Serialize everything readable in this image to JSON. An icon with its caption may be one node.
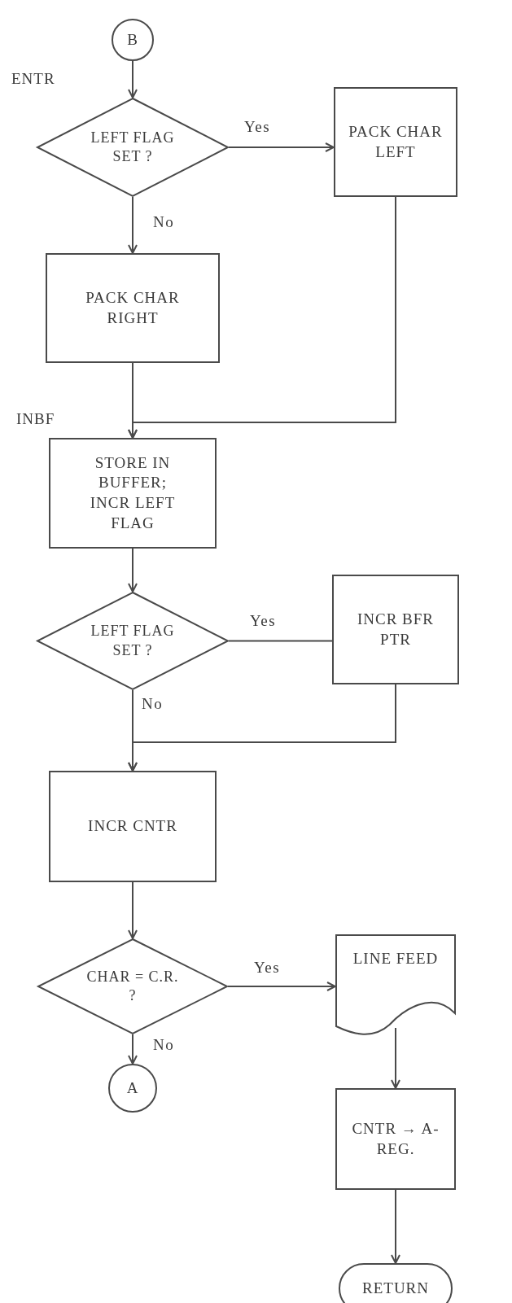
{
  "diagram": {
    "nodes": [
      {
        "text": [
          "B"
        ]
      },
      {
        "text": [
          "LEFT FLAG SET ?"
        ]
      },
      {
        "text": [
          "PACK CHAR LEFT"
        ]
      },
      {
        "text": [
          "PACK CHAR RIGHT"
        ]
      },
      {
        "text": [
          "STORE IN BUFFER; INCR LEFT FLAG"
        ]
      },
      {
        "text": [
          "LEFT FLAG SET ?"
        ]
      },
      {
        "text": [
          "INCR BFR PTR"
        ]
      },
      {
        "text": [
          "INCR CNTR"
        ]
      },
      {
        "text": [
          "CHAR = C.R. ?"
        ]
      },
      {
        "text": [
          "A"
        ]
      },
      {
        "text": [
          "LINE FEED"
        ]
      },
      {
        "text": [
          "CNTR → A-REG."
        ]
      },
      {
        "text": [
          "RETURN"
        ]
      }
    ],
    "edges": [
      {
        "from": 0,
        "to": 1,
        "arrow": "to"
      },
      {
        "from": 1,
        "to": 2,
        "arrow": "to",
        "label": "Yes"
      },
      {
        "from": 1,
        "to": 3,
        "arrow": "to",
        "label": "No"
      },
      {
        "from": 3,
        "to": 4,
        "arrow": "to"
      },
      {
        "from": 2,
        "to": 4,
        "arrow": "to"
      },
      {
        "from": 4,
        "to": 5,
        "arrow": "to"
      },
      {
        "from": 5,
        "to": 6,
        "arrow": "none",
        "label": "Yes"
      },
      {
        "from": 5,
        "to": 7,
        "arrow": "to",
        "label": "No"
      },
      {
        "from": 6,
        "to": 7,
        "arrow": "to"
      },
      {
        "from": 7,
        "to": 8,
        "arrow": "to"
      },
      {
        "from": 8,
        "to": 10,
        "arrow": "to",
        "label": "Yes"
      },
      {
        "from": 8,
        "to": 9,
        "arrow": "to",
        "label": "No"
      },
      {
        "from": 10,
        "to": 11,
        "arrow": "to"
      },
      {
        "from": 11,
        "to": 12,
        "arrow": "to"
      }
    ],
    "labels": [
      "ENTR",
      "INBF"
    ]
  }
}
